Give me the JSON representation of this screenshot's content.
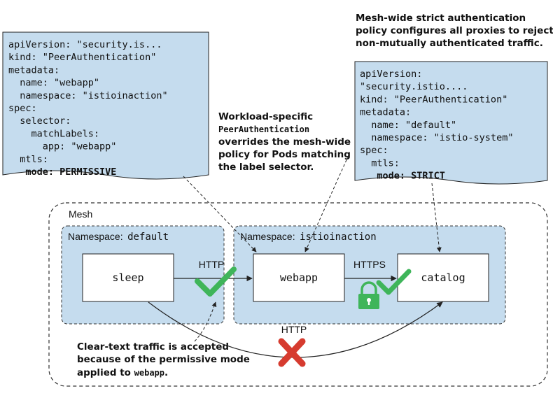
{
  "colors": {
    "panel_fill": "#c5dcee",
    "stroke": "#222222",
    "check": "#3fb55a",
    "cross": "#d63b2f",
    "lock": "#3fb55a"
  },
  "left_yaml": {
    "lines": [
      {
        "text": "apiVersion: \"security.is...",
        "bold": false
      },
      {
        "text": "kind: \"PeerAuthentication\"",
        "bold": false
      },
      {
        "text": "metadata:",
        "bold": false
      },
      {
        "text": "  name: \"webapp\"",
        "bold": false
      },
      {
        "text": "  namespace: \"istioinaction\"",
        "bold": false
      },
      {
        "text": "spec:",
        "bold": false
      },
      {
        "text": "  selector:",
        "bold": false
      },
      {
        "text": "    matchLabels:",
        "bold": false
      },
      {
        "text": "      app: \"webapp\"",
        "bold": false
      },
      {
        "text": "  mtls:",
        "bold": false
      },
      {
        "text": "   mode: PERMISSIVE",
        "bold": true
      }
    ]
  },
  "right_yaml": {
    "lines": [
      {
        "text": "apiVersion:",
        "bold": false
      },
      {
        "text": "\"security.istio....",
        "bold": false
      },
      {
        "text": "kind: \"PeerAuthentication\"",
        "bold": false
      },
      {
        "text": "metadata:",
        "bold": false
      },
      {
        "text": "  name: \"default\"",
        "bold": false
      },
      {
        "text": "  namespace: \"istio-system\"",
        "bold": false
      },
      {
        "text": "spec:",
        "bold": false
      },
      {
        "text": "  mtls:",
        "bold": false
      },
      {
        "text": "   mode: STRICT",
        "bold": true
      }
    ]
  },
  "captions": {
    "top_right": [
      "Mesh-wide strict authentication",
      "policy configures all proxies to reject",
      "non-mutually authenticated traffic."
    ],
    "middle_line1": "Workload-specific",
    "middle_code": "PeerAuthentication",
    "middle_rest": [
      "overrides the mesh-wide",
      "policy for Pods matching",
      "the label selector."
    ],
    "bottom": [
      "Clear-text traffic is accepted",
      "because of the permissive mode"
    ],
    "bottom_last_prefix": "applied to ",
    "bottom_last_code": "webapp",
    "bottom_last_suffix": "."
  },
  "mesh": {
    "label": "Mesh"
  },
  "namespaces": {
    "default": {
      "label": "Namespace:",
      "code": "default"
    },
    "istioinaction": {
      "label": "Namespace:",
      "code": "istioinaction"
    }
  },
  "services": {
    "sleep": "sleep",
    "webapp": "webapp",
    "catalog": "catalog"
  },
  "connections": {
    "sleep_to_webapp": "HTTP",
    "webapp_to_catalog": "HTTPS",
    "sleep_to_catalog": "HTTP"
  }
}
